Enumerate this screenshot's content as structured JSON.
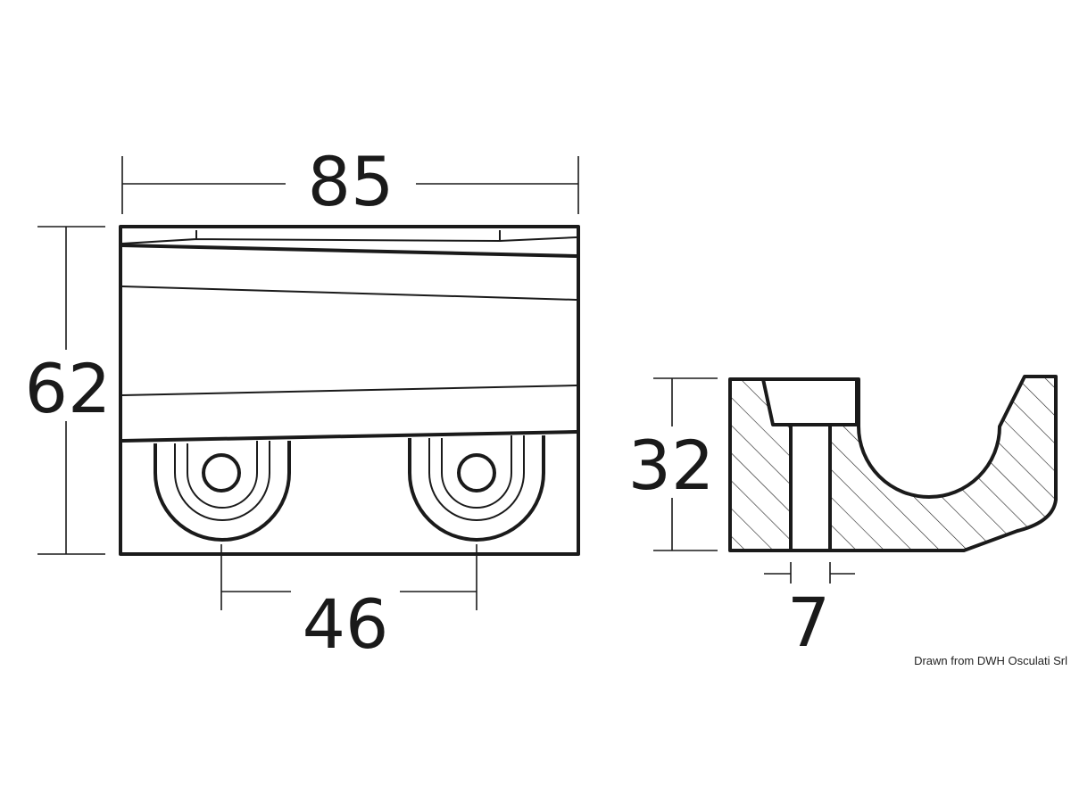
{
  "dimensions": {
    "width_top": "85",
    "height_left": "62",
    "hole_spacing": "46",
    "section_height": "32",
    "bore_width": "7"
  },
  "credit": "Drawn from DWH Osculati Srl",
  "colors": {
    "line": "#1a1a1a",
    "background": "#ffffff"
  }
}
